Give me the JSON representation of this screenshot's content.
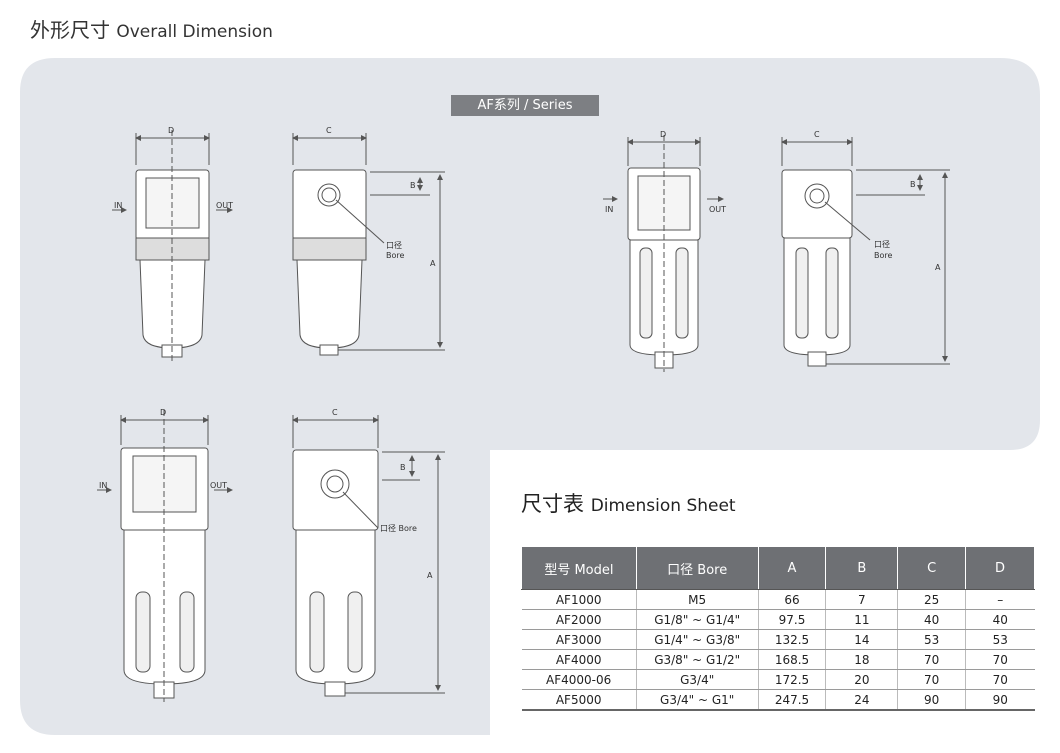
{
  "header": {
    "title_cn": "外形尺寸",
    "title_en": "Overall Dimension"
  },
  "series_label": "AF系列 / Series",
  "drawing_labels": {
    "D": "D",
    "C": "C",
    "A": "A",
    "B": "B",
    "in": "IN",
    "out": "OUT",
    "bore_cn": "口径",
    "bore_en": "Bore",
    "bore_inline": "口径 Bore"
  },
  "dimension_sheet": {
    "title_cn": "尺寸表",
    "title_en": "Dimension Sheet",
    "headers": [
      "型号 Model",
      "口径 Bore",
      "A",
      "B",
      "C",
      "D"
    ],
    "rows": [
      [
        "AF1000",
        "M5",
        "66",
        "7",
        "25",
        "–"
      ],
      [
        "AF2000",
        "G1/8\"  ~ G1/4\"",
        "97.5",
        "11",
        "40",
        "40"
      ],
      [
        "AF3000",
        "G1/4\"  ~ G3/8\"",
        "132.5",
        "14",
        "53",
        "53"
      ],
      [
        "AF4000",
        "G3/8\"  ~ G1/2\"",
        "168.5",
        "18",
        "70",
        "70"
      ],
      [
        "AF4000-06",
        "G3/4\"",
        "172.5",
        "20",
        "70",
        "70"
      ],
      [
        "AF5000",
        "G3/4\"  ~ G1\"",
        "247.5",
        "24",
        "90",
        "90"
      ]
    ]
  }
}
